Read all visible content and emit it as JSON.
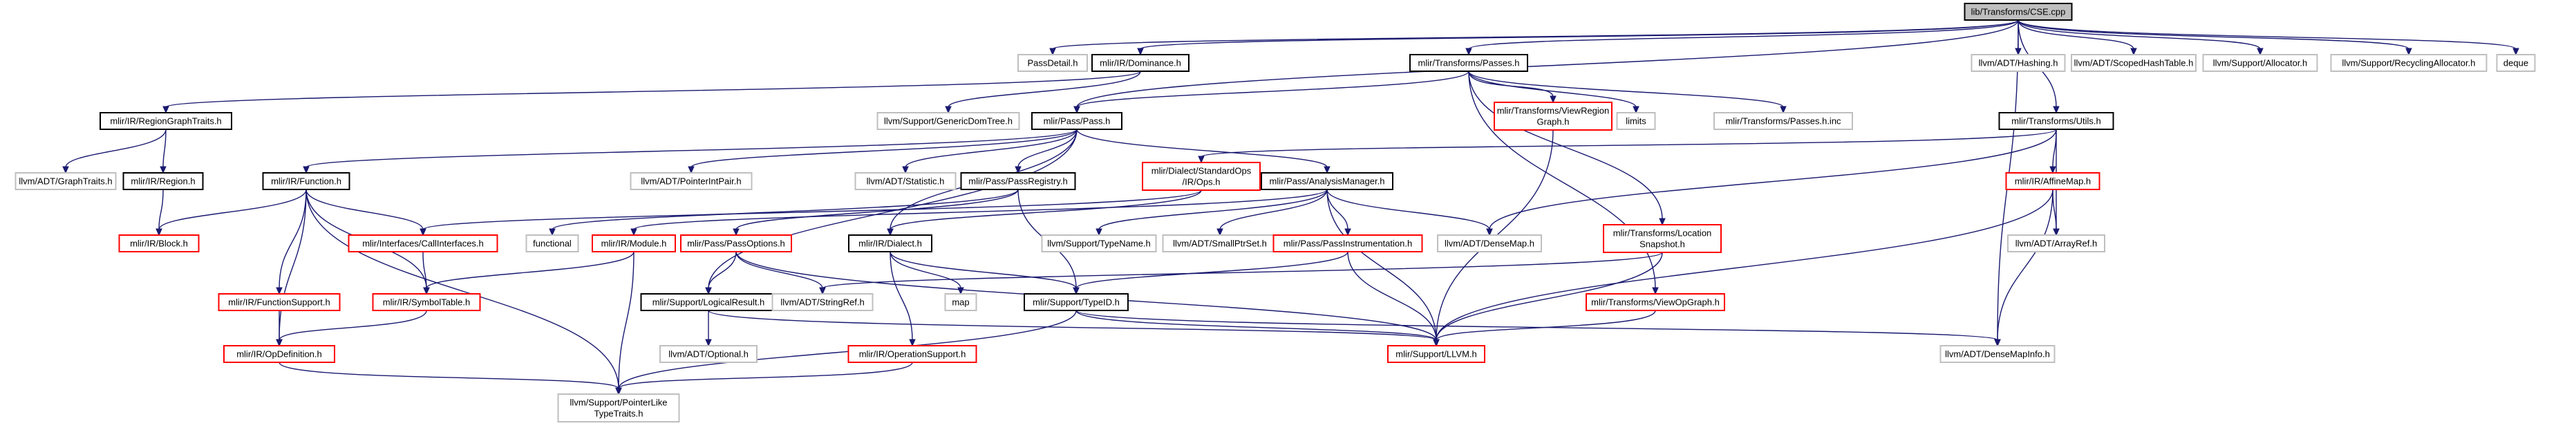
{
  "title": "lib/Transforms/CSE.cpp include dependency graph",
  "colors": {
    "root_fill": "#bfbfbf",
    "default_border": "#000000",
    "missing_border": "#bfbfbf",
    "cycle_border": "#ff0000",
    "edge": "#191970"
  },
  "nodes": [
    {
      "id": "root",
      "lines": [
        "lib/Transforms/CSE.cpp"
      ],
      "kind": "root"
    },
    {
      "id": "passdetail",
      "lines": [
        "PassDetail.h"
      ],
      "kind": "missing"
    },
    {
      "id": "dominance",
      "lines": [
        "mlir/IR/Dominance.h"
      ],
      "kind": "normal"
    },
    {
      "id": "passes",
      "lines": [
        "mlir/Transforms/Passes.h"
      ],
      "kind": "normal"
    },
    {
      "id": "hashing",
      "lines": [
        "llvm/ADT/Hashing.h"
      ],
      "kind": "missing"
    },
    {
      "id": "scopedhash",
      "lines": [
        "llvm/ADT/ScopedHashTable.h"
      ],
      "kind": "missing"
    },
    {
      "id": "allocator",
      "lines": [
        "llvm/Support/Allocator.h"
      ],
      "kind": "missing"
    },
    {
      "id": "recycling",
      "lines": [
        "llvm/Support/RecyclingAllocator.h"
      ],
      "kind": "missing"
    },
    {
      "id": "deque",
      "lines": [
        "deque"
      ],
      "kind": "missing"
    },
    {
      "id": "regiongraphtraits",
      "lines": [
        "mlir/IR/RegionGraphTraits.h"
      ],
      "kind": "normal"
    },
    {
      "id": "genericdomtree",
      "lines": [
        "llvm/Support/GenericDomTree.h"
      ],
      "kind": "missing"
    },
    {
      "id": "pass",
      "lines": [
        "mlir/Pass/Pass.h"
      ],
      "kind": "normal"
    },
    {
      "id": "viewregiongraph",
      "lines": [
        "mlir/Transforms/ViewRegion",
        "Graph.h"
      ],
      "kind": "cycle"
    },
    {
      "id": "limits",
      "lines": [
        "limits"
      ],
      "kind": "missing"
    },
    {
      "id": "passesinc",
      "lines": [
        "mlir/Transforms/Passes.h.inc"
      ],
      "kind": "missing"
    },
    {
      "id": "utils",
      "lines": [
        "mlir/Transforms/Utils.h"
      ],
      "kind": "normal"
    },
    {
      "id": "graphtraits",
      "lines": [
        "llvm/ADT/GraphTraits.h"
      ],
      "kind": "missing"
    },
    {
      "id": "region",
      "lines": [
        "mlir/IR/Region.h"
      ],
      "kind": "normal"
    },
    {
      "id": "function",
      "lines": [
        "mlir/IR/Function.h"
      ],
      "kind": "normal"
    },
    {
      "id": "pointerintpair",
      "lines": [
        "llvm/ADT/PointerIntPair.h"
      ],
      "kind": "missing"
    },
    {
      "id": "statistic",
      "lines": [
        "llvm/ADT/Statistic.h"
      ],
      "kind": "missing"
    },
    {
      "id": "passregistry",
      "lines": [
        "mlir/Pass/PassRegistry.h"
      ],
      "kind": "normal"
    },
    {
      "id": "stdops",
      "lines": [
        "mlir/Dialect/StandardOps",
        "/IR/Ops.h"
      ],
      "kind": "cycle"
    },
    {
      "id": "analysismanager",
      "lines": [
        "mlir/Pass/AnalysisManager.h"
      ],
      "kind": "normal"
    },
    {
      "id": "affinemap",
      "lines": [
        "mlir/IR/AffineMap.h"
      ],
      "kind": "cycle"
    },
    {
      "id": "block",
      "lines": [
        "mlir/IR/Block.h"
      ],
      "kind": "cycle"
    },
    {
      "id": "callinterfaces",
      "lines": [
        "mlir/Interfaces/CallInterfaces.h"
      ],
      "kind": "cycle"
    },
    {
      "id": "functional",
      "lines": [
        "functional"
      ],
      "kind": "missing"
    },
    {
      "id": "module",
      "lines": [
        "mlir/IR/Module.h"
      ],
      "kind": "cycle"
    },
    {
      "id": "passoptions",
      "lines": [
        "mlir/Pass/PassOptions.h"
      ],
      "kind": "cycle"
    },
    {
      "id": "dialect",
      "lines": [
        "mlir/IR/Dialect.h"
      ],
      "kind": "normal"
    },
    {
      "id": "typename",
      "lines": [
        "llvm/Support/TypeName.h"
      ],
      "kind": "missing"
    },
    {
      "id": "smallptrset",
      "lines": [
        "llvm/ADT/SmallPtrSet.h"
      ],
      "kind": "missing"
    },
    {
      "id": "passinstr",
      "lines": [
        "mlir/Pass/PassInstrumentation.h"
      ],
      "kind": "cycle"
    },
    {
      "id": "densemap",
      "lines": [
        "llvm/ADT/DenseMap.h"
      ],
      "kind": "missing"
    },
    {
      "id": "locsnapshot",
      "lines": [
        "mlir/Transforms/Location",
        "Snapshot.h"
      ],
      "kind": "cycle"
    },
    {
      "id": "arrayref",
      "lines": [
        "llvm/ADT/ArrayRef.h"
      ],
      "kind": "missing"
    },
    {
      "id": "symboltable",
      "lines": [
        "mlir/IR/SymbolTable.h"
      ],
      "kind": "cycle"
    },
    {
      "id": "funcsupport",
      "lines": [
        "mlir/IR/FunctionSupport.h"
      ],
      "kind": "cycle"
    },
    {
      "id": "logicalresult",
      "lines": [
        "mlir/Support/LogicalResult.h"
      ],
      "kind": "normal"
    },
    {
      "id": "stringref",
      "lines": [
        "llvm/ADT/StringRef.h"
      ],
      "kind": "missing"
    },
    {
      "id": "map",
      "lines": [
        "map"
      ],
      "kind": "missing"
    },
    {
      "id": "typeid",
      "lines": [
        "mlir/Support/TypeID.h"
      ],
      "kind": "normal"
    },
    {
      "id": "viewopgraph",
      "lines": [
        "mlir/Transforms/ViewOpGraph.h"
      ],
      "kind": "cycle"
    },
    {
      "id": "opdefinition",
      "lines": [
        "mlir/IR/OpDefinition.h"
      ],
      "kind": "cycle"
    },
    {
      "id": "optional",
      "lines": [
        "llvm/ADT/Optional.h"
      ],
      "kind": "missing"
    },
    {
      "id": "opsupport",
      "lines": [
        "mlir/IR/OperationSupport.h"
      ],
      "kind": "cycle"
    },
    {
      "id": "llvm",
      "lines": [
        "mlir/Support/LLVM.h"
      ],
      "kind": "cycle"
    },
    {
      "id": "densemapinfo",
      "lines": [
        "llvm/ADT/DenseMapInfo.h"
      ],
      "kind": "missing"
    },
    {
      "id": "pointerlike",
      "lines": [
        "llvm/Support/PointerLike",
        "TypeTraits.h"
      ],
      "kind": "missing"
    }
  ],
  "edges": [
    [
      "root",
      "passdetail"
    ],
    [
      "root",
      "dominance"
    ],
    [
      "root",
      "passes"
    ],
    [
      "root",
      "hashing"
    ],
    [
      "root",
      "scopedhash"
    ],
    [
      "root",
      "allocator"
    ],
    [
      "root",
      "recycling"
    ],
    [
      "root",
      "deque"
    ],
    [
      "root",
      "utils"
    ],
    [
      "root",
      "pass"
    ],
    [
      "root",
      "densemapinfo"
    ],
    [
      "dominance",
      "regiongraphtraits"
    ],
    [
      "dominance",
      "genericdomtree"
    ],
    [
      "passes",
      "pass"
    ],
    [
      "passes",
      "viewregiongraph"
    ],
    [
      "passes",
      "limits"
    ],
    [
      "passes",
      "passesinc"
    ],
    [
      "passes",
      "locsnapshot"
    ],
    [
      "passes",
      "viewopgraph"
    ],
    [
      "regiongraphtraits",
      "graphtraits"
    ],
    [
      "regiongraphtraits",
      "region"
    ],
    [
      "region",
      "block"
    ],
    [
      "pass",
      "function"
    ],
    [
      "pass",
      "pointerintpair"
    ],
    [
      "pass",
      "statistic"
    ],
    [
      "pass",
      "passregistry"
    ],
    [
      "pass",
      "analysismanager"
    ],
    [
      "pass",
      "dialect"
    ],
    [
      "pass",
      "logicalresult"
    ],
    [
      "utils",
      "stdops"
    ],
    [
      "utils",
      "affinemap"
    ],
    [
      "utils",
      "arrayref"
    ],
    [
      "utils",
      "densemap"
    ],
    [
      "function",
      "block"
    ],
    [
      "function",
      "callinterfaces"
    ],
    [
      "function",
      "symboltable"
    ],
    [
      "function",
      "funcsupport"
    ],
    [
      "function",
      "opdefinition"
    ],
    [
      "function",
      "pointerlike"
    ],
    [
      "passregistry",
      "passoptions"
    ],
    [
      "passregistry",
      "typeid"
    ],
    [
      "passregistry",
      "functional"
    ],
    [
      "stdops",
      "callinterfaces"
    ],
    [
      "stdops",
      "dialect"
    ],
    [
      "analysismanager",
      "module"
    ],
    [
      "analysismanager",
      "passinstr"
    ],
    [
      "analysismanager",
      "typename"
    ],
    [
      "analysismanager",
      "smallptrset"
    ],
    [
      "analysismanager",
      "densemap"
    ],
    [
      "analysismanager",
      "llvm"
    ],
    [
      "affinemap",
      "arrayref"
    ],
    [
      "affinemap",
      "densemapinfo"
    ],
    [
      "affinemap",
      "llvm"
    ],
    [
      "callinterfaces",
      "symboltable"
    ],
    [
      "module",
      "symboltable"
    ],
    [
      "module",
      "pointerlike"
    ],
    [
      "passoptions",
      "logicalresult"
    ],
    [
      "passoptions",
      "stringref"
    ],
    [
      "passoptions",
      "llvm"
    ],
    [
      "dialect",
      "typeid"
    ],
    [
      "dialect",
      "map"
    ],
    [
      "dialect",
      "opsupport"
    ],
    [
      "passinstr",
      "typeid"
    ],
    [
      "passinstr",
      "llvm"
    ],
    [
      "locsnapshot",
      "stringref"
    ],
    [
      "locsnapshot",
      "llvm"
    ],
    [
      "viewregiongraph",
      "llvm"
    ],
    [
      "symboltable",
      "opdefinition"
    ],
    [
      "funcsupport",
      "opdefinition"
    ],
    [
      "logicalresult",
      "optional"
    ],
    [
      "logicalresult",
      "llvm"
    ],
    [
      "typeid",
      "llvm"
    ],
    [
      "typeid",
      "pointerlike"
    ],
    [
      "typeid",
      "densemapinfo"
    ],
    [
      "viewopgraph",
      "llvm"
    ],
    [
      "opdefinition",
      "pointerlike"
    ],
    [
      "opsupport",
      "pointerlike"
    ]
  ]
}
